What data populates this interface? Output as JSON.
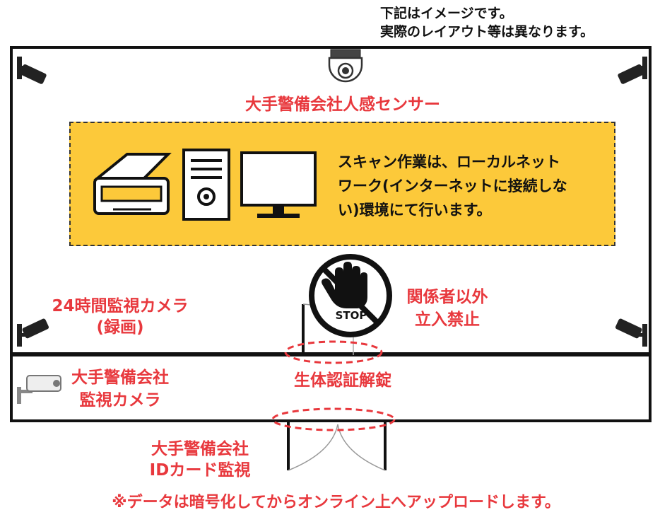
{
  "note": {
    "line1": "下記はイメージです。",
    "line2": "実際のレイアウト等は異なります。"
  },
  "sensor_label": "大手警備会社人感センサー",
  "panel": {
    "line1": "スキャン作業は、ローカルネット",
    "line2": "ワーク(インターネットに接続しな",
    "line3": "い)環境にて行います。"
  },
  "stop_sign": "STOP",
  "camera24": {
    "line1": "24時間監視カメラ",
    "line2": "(録画)"
  },
  "no_entry": {
    "line1": "関係者以外",
    "line2": "立入禁止"
  },
  "biometric": "生体認証解錠",
  "guard_camera": {
    "line1": "大手警備会社",
    "line2": "監視カメラ"
  },
  "id_card": {
    "line1": "大手警備会社",
    "line2": "IDカード監視"
  },
  "footer": "※データは暗号化してからオンライン上へアップロードします。",
  "colors": {
    "accent_red": "#e8383d",
    "panel_yellow": "#fcc93a",
    "line_black": "#111111"
  }
}
